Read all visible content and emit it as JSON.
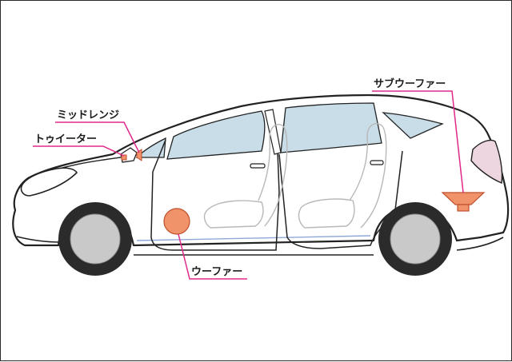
{
  "labels": {
    "tweeter": "トゥイーター",
    "midrange": "ミッドレンジ",
    "woofer": "ウーファー",
    "subwoofer": "サブウーファー"
  },
  "colors": {
    "outline": "#222222",
    "glass": "#c9dde9",
    "speaker": "#f0926a",
    "speaker_stroke": "#c0502b",
    "callout": "#e0288a",
    "taillight": "#edd6df",
    "seat": "#b8b8b8",
    "wheel": "#c9c9c9",
    "rocker_line": "#8fa8d8"
  }
}
